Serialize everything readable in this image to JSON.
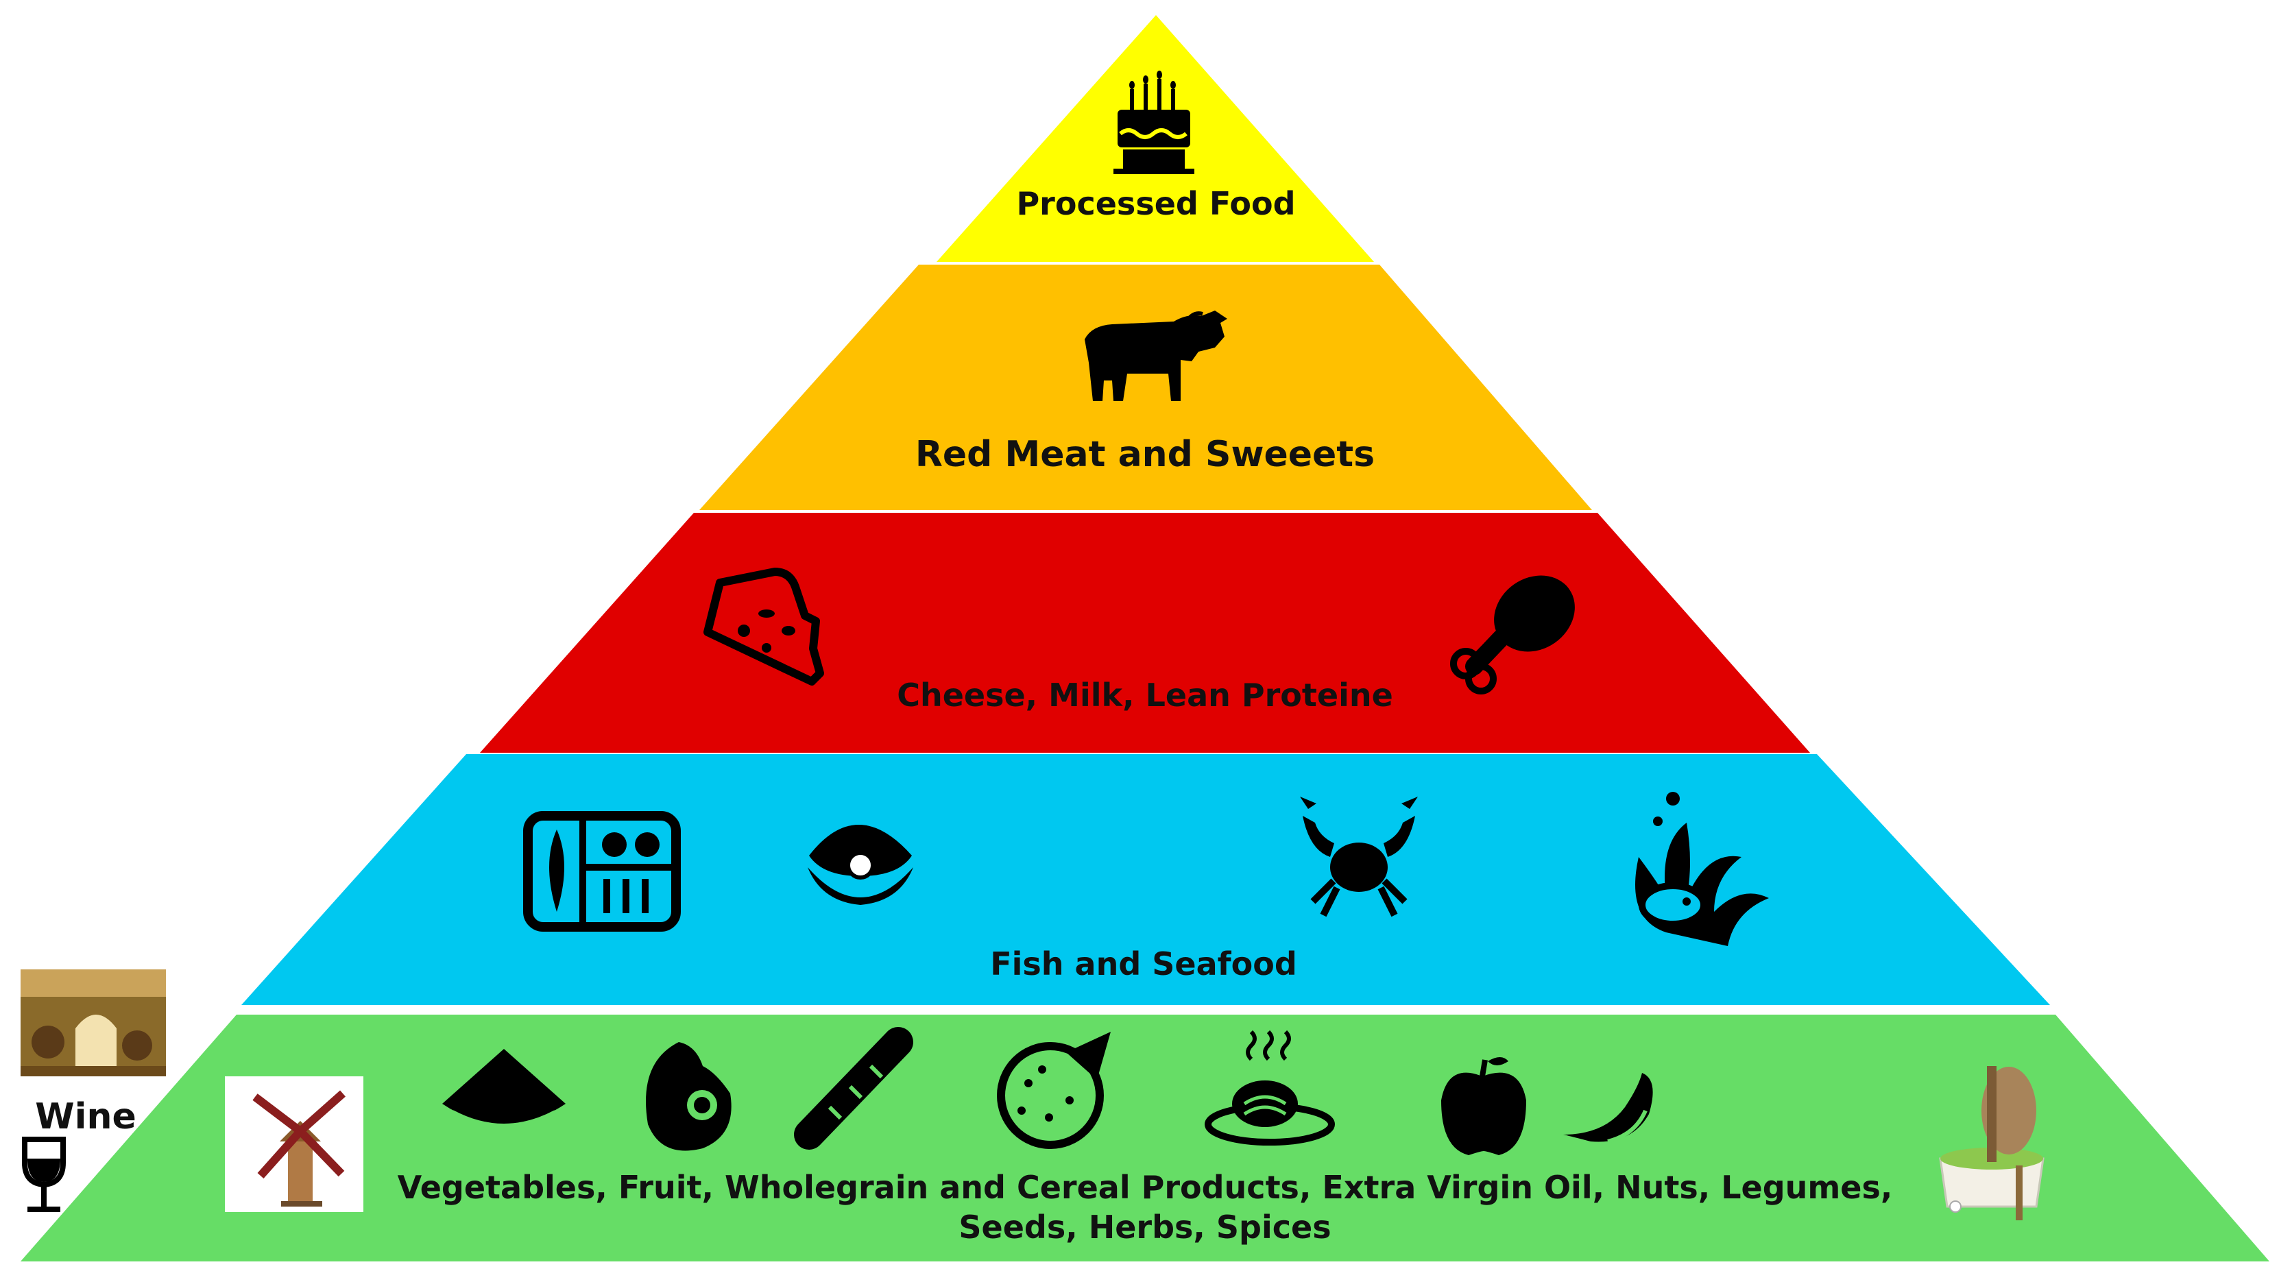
{
  "pyramid": {
    "tiers": [
      {
        "id": "processed-food",
        "label": "Processed Food",
        "color": "#ffff00",
        "icons": [
          "cake-icon"
        ]
      },
      {
        "id": "red-meat-sweets",
        "label": "Red Meat and Sweeets",
        "color": "#ffc000",
        "icons": [
          "cow-icon"
        ]
      },
      {
        "id": "cheese-milk-protein",
        "label": "Cheese, Milk, Lean Proteine",
        "color": "#e00000",
        "icons": [
          "cheese-icon",
          "chicken-leg-icon"
        ]
      },
      {
        "id": "fish-seafood",
        "label": "Fish and Seafood",
        "color": "#00c8f0",
        "icons": [
          "fish-tray-icon",
          "oyster-pearl-icon",
          "crab-icon",
          "fish-coral-icon"
        ]
      },
      {
        "id": "plant-base",
        "label_line1": "Vegetables, Fruit, Wholegrain and Cereal Products, Extra Virgin Oil, Nuts, Legumes,",
        "label_line2": "Seeds, Herbs, Spices",
        "color": "#66dd66",
        "icons": [
          "watermelon-icon",
          "avocado-icon",
          "baguette-icon",
          "pizza-icon",
          "pasta-icon",
          "apple-icon",
          "banana-icon",
          "windmill-image",
          "olive-press-image"
        ]
      }
    ]
  },
  "side": {
    "wine_label": "Wine",
    "icons": [
      "wine-cellar-image",
      "wine-glass-icon"
    ]
  }
}
